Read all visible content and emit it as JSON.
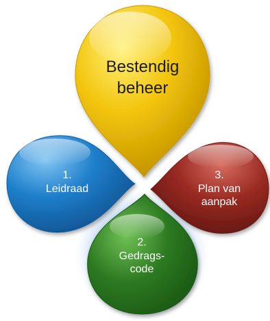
{
  "petals": {
    "top": {
      "line1": "Bestendig",
      "line2": "beheer",
      "color": "#F2C40A"
    },
    "left": {
      "line1": "1.",
      "line2": "Leidraad",
      "color": "#1F7FCB"
    },
    "right": {
      "line1": "3.",
      "line2": "Plan van",
      "line3": "aanpak",
      "color": "#9A2A22"
    },
    "bottom": {
      "line1": "2.",
      "line2": "Gedrags-",
      "line3": "code",
      "color": "#2D7A22"
    }
  }
}
